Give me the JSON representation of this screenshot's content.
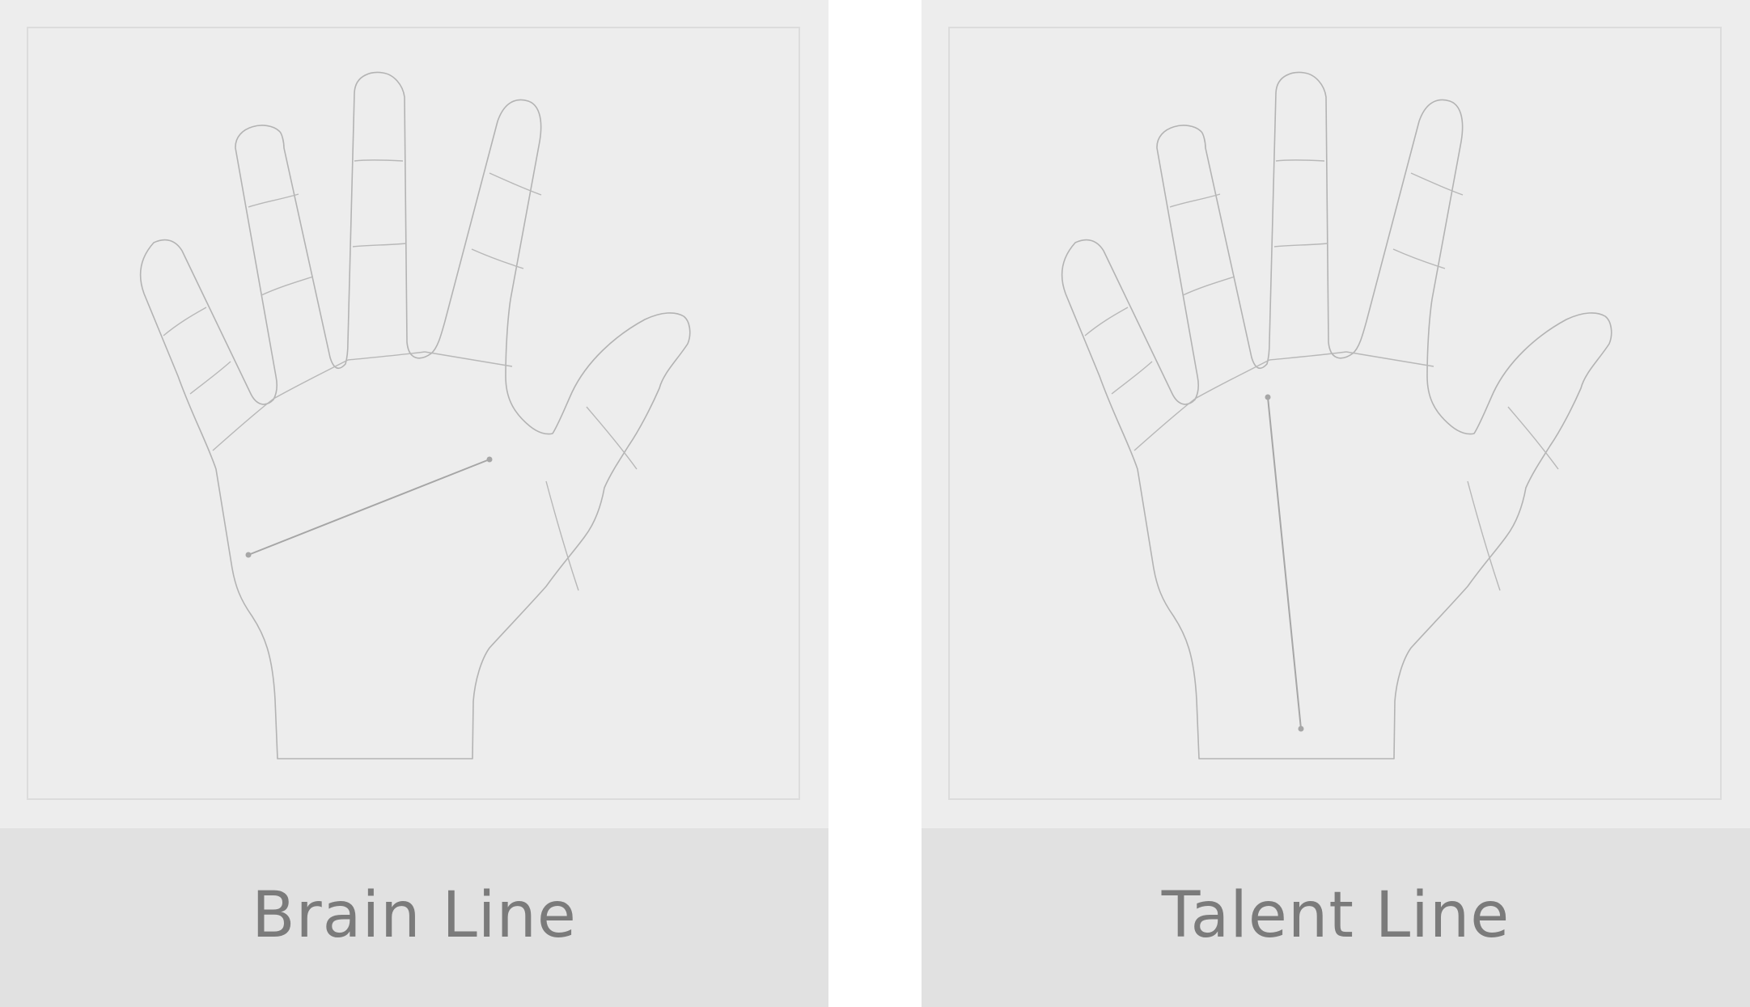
{
  "panels": [
    {
      "caption": "Brain Line",
      "line": "brain"
    },
    {
      "caption": "Talent Line",
      "line": "talent"
    }
  ],
  "colors": {
    "card_background": "#ededed",
    "caption_bar": "#e1e1e1",
    "caption_text": "#7b7b7b",
    "outline": "#b3b3b3",
    "frame_border": "#dcdcdc"
  }
}
